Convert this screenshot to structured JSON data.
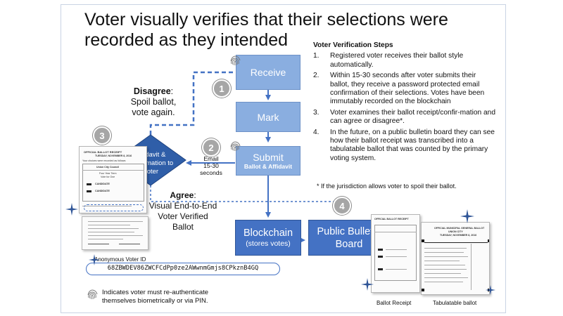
{
  "title": "Voter visually verifies that their selections were recorded as they intended",
  "steps": {
    "heading": "Voter Verification Steps",
    "items": [
      {
        "num": "1.",
        "text": "Registered voter receives their ballot style automatically."
      },
      {
        "num": "2.",
        "text": "Within 15-30 seconds after voter submits their ballot, they receive a password protected email confirmation of their selections. Votes have been immutably recorded on the blockchain"
      },
      {
        "num": "3.",
        "text": "Voter examines their ballot receipt/confir-mation and can agree or disagree*."
      },
      {
        "num": "4.",
        "text": "In the future, on a public bulletin board they can see how their ballot receipt was transcribed into a tabulatable ballot that was counted by the primary voting system."
      }
    ],
    "footnote": "* If the jurisdiction allows voter to spoil their ballot."
  },
  "flow": {
    "receive": "Receive",
    "mark": "Mark",
    "submit": "Submit",
    "submit_sub": "Ballot & Affidavit",
    "affidavit": "Affidavit & Confirmation to Voter",
    "blockchain": "Blockchain",
    "blockchain_sub": "(stores votes)",
    "bulletin": "Public Bulletin Board",
    "email": "Email",
    "email_time": "15-30",
    "email_unit": "seconds"
  },
  "badges": [
    "1",
    "2",
    "3",
    "4"
  ],
  "disagree": {
    "label": "Disagree",
    "text1": "Spoil ballot,",
    "text2": "vote again."
  },
  "agree": {
    "label": "Agree",
    "text1": "Visual End-to-End",
    "text2": "Voter Verified",
    "text3": "Ballot"
  },
  "voter_id": {
    "label": "Anonymous Voter ID",
    "value": "68ZBWDEV86ZWCFCdPp0ze2AWwnmGmjs8CPkznB4GQ"
  },
  "legend": {
    "text1": "Indicates voter must re-authenticate",
    "text2": "themselves biometrically or via PIN."
  },
  "receipt_doc": {
    "title": "OFFICIAL BALLOT RECEIPT",
    "date": "TUESDAY, NOVEMBER 8, 2016",
    "intro": "Your choices were recorded as follows:",
    "race": "Union City Council",
    "race_sub": "Four Year Term",
    "race_sub2": "Vote for One",
    "cand1": "CANDIDATE",
    "cand2": "CANDIDATE"
  },
  "tab_doc": {
    "title": "OFFICIAL MUNICIPAL GENERAL BALLOT",
    "city": "UNION CITY",
    "date": "TUESDAY, NOVEMBER 8, 2016"
  },
  "captions": {
    "receipt": "Ballot Receipt",
    "tabulatable": "Tabulatable ballot"
  },
  "colors": {
    "light_box": "#8aaee0",
    "dark_box": "#4472c4",
    "arrow": "#4472c4",
    "badge": "#a6a6a6"
  }
}
